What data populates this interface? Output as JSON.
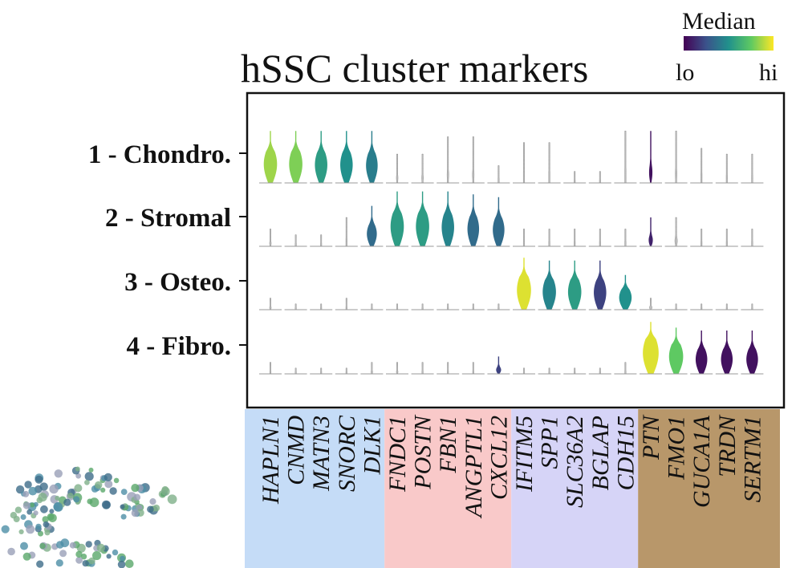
{
  "colors": {
    "viridis": [
      "#440154",
      "#3b528b",
      "#21918c",
      "#5ec962",
      "#fde725"
    ],
    "group_backgrounds": [
      "#c5dcf7",
      "#f9c9c9",
      "#d6d4f7",
      "#b8976a"
    ]
  },
  "legend": {
    "title": "Median",
    "lo_label": "lo",
    "hi_label": "hi"
  },
  "chart_data": {
    "type": "violin",
    "title": "hSSC cluster markers",
    "xlabel": "",
    "ylabel": "",
    "legend_position": "top-right",
    "grid": false,
    "clusters": [
      "1 - Chondro.",
      "2 - Stromal",
      "3 - Osteo.",
      "4 - Fibro."
    ],
    "genes": [
      "HAPLN1",
      "CNMD",
      "MATN3",
      "SNORC",
      "DLK1",
      "FNDC1",
      "POSTN",
      "FBN1",
      "ANGPTL1",
      "CXCL12",
      "IFITM5",
      "SPP1",
      "SLC36A2",
      "BGLAP",
      "CDH15",
      "PTN",
      "FMO1",
      "GUCA1A",
      "TRDN",
      "SERTM1"
    ],
    "gene_groups": [
      {
        "cluster": "1 - Chondro.",
        "genes": [
          "HAPLN1",
          "CNMD",
          "MATN3",
          "SNORC",
          "DLK1"
        ]
      },
      {
        "cluster": "2 - Stromal",
        "genes": [
          "FNDC1",
          "POSTN",
          "FBN1",
          "ANGPTL1",
          "CXCL12"
        ]
      },
      {
        "cluster": "3 - Osteo.",
        "genes": [
          "IFITM5",
          "SPP1",
          "SLC36A2",
          "BGLAP",
          "CDH15"
        ]
      },
      {
        "cluster": "4 - Fibro.",
        "genes": [
          "PTN",
          "FMO1",
          "GUCA1A",
          "TRDN",
          "SERTM1"
        ]
      }
    ],
    "median_scale": [
      0,
      1
    ],
    "median": [
      [
        0.85,
        0.8,
        0.55,
        0.5,
        0.42,
        0.05,
        0.05,
        0.05,
        0.05,
        0.05,
        0.05,
        0.05,
        0.05,
        0.05,
        0.05,
        0.05,
        0.05,
        0.05,
        0.05,
        0.05
      ],
      [
        0.1,
        0.1,
        0.1,
        0.1,
        0.35,
        0.55,
        0.55,
        0.45,
        0.35,
        0.35,
        0.05,
        0.05,
        0.05,
        0.05,
        0.05,
        0.1,
        0.1,
        0.1,
        0.1,
        0.1
      ],
      [
        0.1,
        0.1,
        0.1,
        0.1,
        0.1,
        0.1,
        0.1,
        0.1,
        0.1,
        0.1,
        0.95,
        0.45,
        0.55,
        0.2,
        0.5,
        0.1,
        0.1,
        0.1,
        0.1,
        0.1
      ],
      [
        0.1,
        0.1,
        0.1,
        0.1,
        0.1,
        0.1,
        0.1,
        0.1,
        0.1,
        0.2,
        0.1,
        0.1,
        0.1,
        0.1,
        0.1,
        0.95,
        0.75,
        0.05,
        0.05,
        0.05
      ]
    ],
    "expression_extent": [
      [
        0.9,
        0.9,
        0.9,
        0.9,
        0.9,
        0.5,
        0.5,
        0.8,
        0.8,
        0.3,
        0.7,
        0.7,
        0.2,
        0.2,
        0.9,
        0.9,
        0.9,
        0.6,
        0.5,
        0.5
      ],
      [
        0.3,
        0.2,
        0.2,
        0.5,
        0.7,
        0.95,
        0.95,
        0.95,
        0.9,
        0.85,
        0.3,
        0.3,
        0.3,
        0.3,
        0.3,
        0.5,
        0.5,
        0.3,
        0.3,
        0.3
      ],
      [
        0.2,
        0.1,
        0.1,
        0.2,
        0.1,
        0.1,
        0.1,
        0.1,
        0.1,
        0.1,
        0.9,
        0.85,
        0.85,
        0.85,
        0.6,
        0.2,
        0.1,
        0.1,
        0.1,
        0.1
      ],
      [
        0.2,
        0.1,
        0.1,
        0.1,
        0.2,
        0.2,
        0.2,
        0.2,
        0.2,
        0.3,
        0.1,
        0.1,
        0.1,
        0.1,
        0.2,
        0.9,
        0.8,
        0.75,
        0.75,
        0.75
      ]
    ],
    "body_width": [
      [
        0.8,
        0.8,
        0.75,
        0.75,
        0.7,
        0.1,
        0.1,
        0.1,
        0.1,
        0.05,
        0.05,
        0.05,
        0.05,
        0.05,
        0.05,
        0.2,
        0.1,
        0.05,
        0.05,
        0.05
      ],
      [
        0.1,
        0.05,
        0.05,
        0.05,
        0.6,
        0.8,
        0.8,
        0.75,
        0.7,
        0.7,
        0.05,
        0.05,
        0.05,
        0.05,
        0.05,
        0.25,
        0.15,
        0.05,
        0.05,
        0.05
      ],
      [
        0.1,
        0.05,
        0.05,
        0.05,
        0.05,
        0.05,
        0.05,
        0.05,
        0.05,
        0.05,
        0.85,
        0.8,
        0.8,
        0.75,
        0.75,
        0.15,
        0.05,
        0.05,
        0.05,
        0.05
      ],
      [
        0.05,
        0.05,
        0.05,
        0.05,
        0.1,
        0.1,
        0.05,
        0.05,
        0.05,
        0.3,
        0.05,
        0.05,
        0.05,
        0.05,
        0.05,
        0.95,
        0.85,
        0.7,
        0.7,
        0.7
      ]
    ]
  }
}
